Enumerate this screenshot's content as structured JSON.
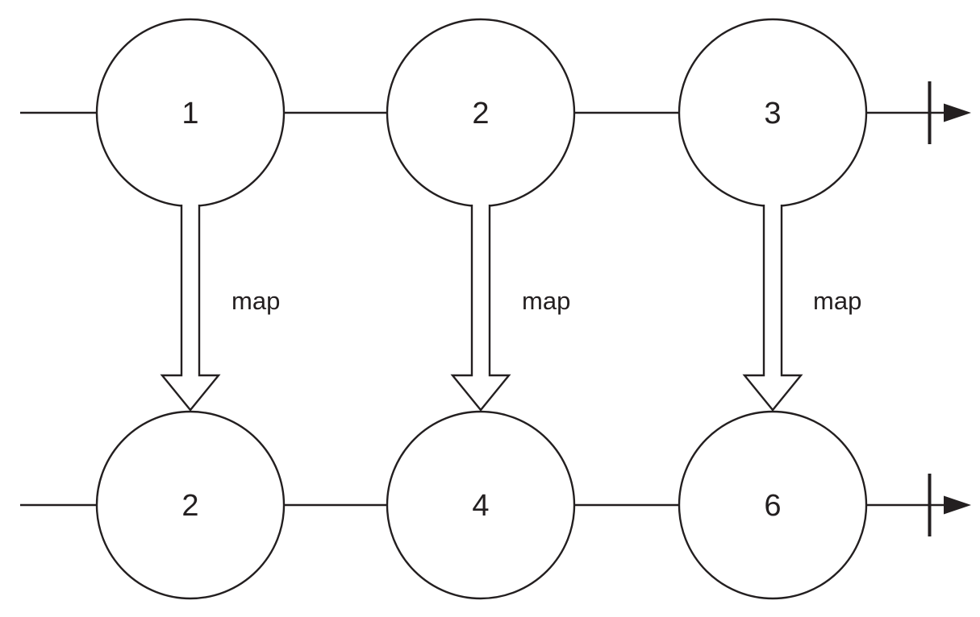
{
  "diagram": {
    "streams": {
      "top": {
        "values": [
          "1",
          "2",
          "3"
        ]
      },
      "bottom": {
        "values": [
          "2",
          "4",
          "6"
        ]
      }
    },
    "operators": [
      {
        "label": "map"
      },
      {
        "label": "map"
      },
      {
        "label": "map"
      }
    ],
    "colors": {
      "stroke": "#231f20",
      "background": "#ffffff"
    }
  }
}
